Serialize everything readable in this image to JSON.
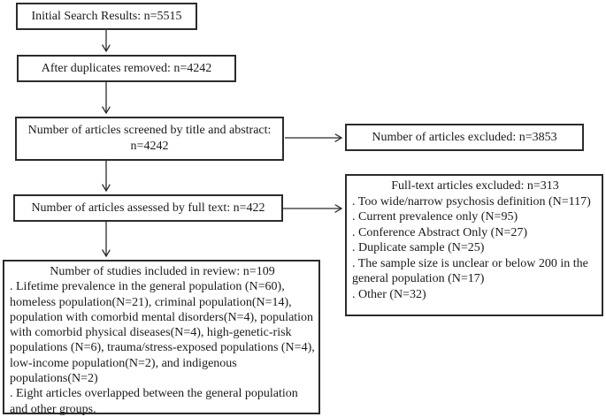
{
  "flow": {
    "initial": {
      "text": "Initial Search Results: n=5515"
    },
    "duplicates": {
      "text": "After duplicates removed: n=4242"
    },
    "screened": {
      "line1": "Number of articles screened by title and abstract:",
      "line2": "n=4242"
    },
    "excluded_title_abstract": {
      "text": "Number of articles excluded: n=3853"
    },
    "fulltext": {
      "text": "Number of articles assessed by full text: n=422"
    },
    "fulltext_excluded": {
      "title": "Full-text articles excluded: n=313",
      "items": [
        ". Too wide/narrow psychosis definition (N=117)",
        ". Current prevalence only (N=95)",
        ". Conference Abstract Only (N=27)",
        ". Duplicate sample (N=25)",
        ". The sample size is unclear or below 200 in the general population (N=17)",
        ". Other (N=32)"
      ]
    },
    "included": {
      "title": "Number of studies included in review: n=109",
      "items": [
        ". Lifetime prevalence in the general population (N=60), homeless population(N=21), criminal population(N=14), population with comorbid mental disorders(N=4), population with comorbid physical diseases(N=4), high-genetic-risk populations (N=6), trauma/stress-exposed populations (N=4), low-income population(N=2), and indigenous populations(N=2)",
        ". Eight articles overlapped between the general population and other groups."
      ]
    },
    "colors": {
      "border": "#2b2b2b",
      "text": "#1a1a1a",
      "background": "#ffffff",
      "arrow": "#2b2b2b"
    }
  }
}
